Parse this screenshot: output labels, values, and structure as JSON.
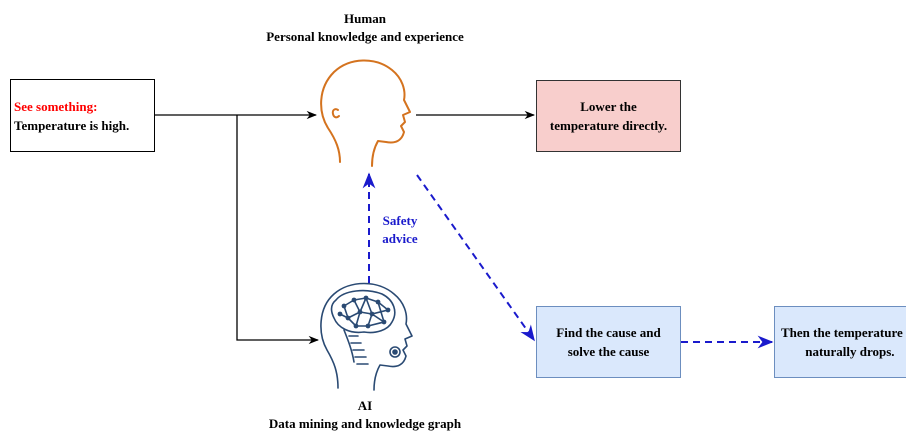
{
  "human": {
    "title": "Human",
    "subtitle": "Personal knowledge and experience"
  },
  "ai": {
    "title": "AI",
    "subtitle": "Data mining and knowledge graph"
  },
  "observe_box": {
    "prefix": "See something:",
    "text": "Temperature is high."
  },
  "human_action_box": {
    "line1": "Lower the",
    "line2": "temperature directly."
  },
  "ai_action_box": {
    "line1": "Find the cause and",
    "line2": "solve the cause"
  },
  "result_box": {
    "line1": "Then the temperature",
    "line2": "naturally drops."
  },
  "advice_label": {
    "line1": "Safety",
    "line2": "advice"
  },
  "colors": {
    "highlight_red": "#ff0000",
    "dashed_blue": "#1a1acc",
    "human_head": "#d4731f",
    "ai_head": "#2a4a73",
    "pink_fill": "#f8cecc",
    "blue_fill": "#dae8fc"
  },
  "icons": [
    "human-head-icon",
    "ai-brain-head-icon"
  ]
}
